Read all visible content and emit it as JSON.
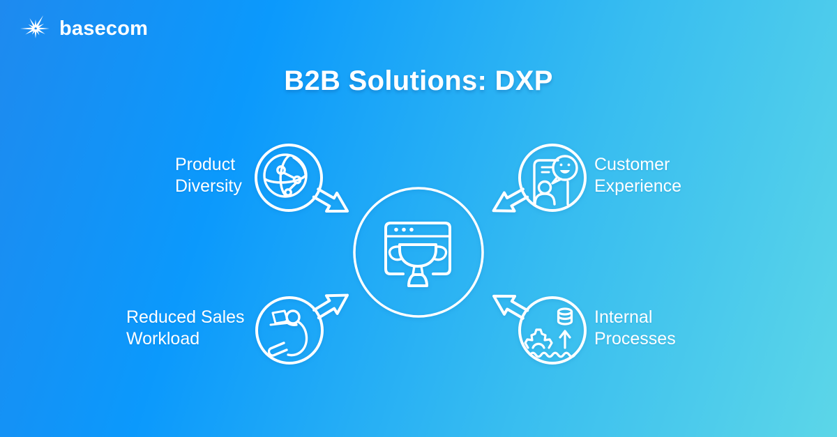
{
  "brand": {
    "name": "basecom",
    "icon": "starburst-icon"
  },
  "title": "B2B Solutions: DXP",
  "center": {
    "icon": "browser-trophy-icon",
    "meaning": "DXP platform"
  },
  "satellites": [
    {
      "id": "product-diversity",
      "label_line1": "Product",
      "label_line2": "Diversity",
      "icon": "globe-network-icon",
      "position": "top-left"
    },
    {
      "id": "customer-experience",
      "label_line1": "Customer",
      "label_line2": "Experience",
      "icon": "customer-chat-smiley-icon",
      "position": "top-right"
    },
    {
      "id": "reduced-sales-workload",
      "label_line1": "Reduced Sales",
      "label_line2": "Workload",
      "icon": "relaxed-person-laptop-icon",
      "position": "bottom-left"
    },
    {
      "id": "internal-processes",
      "label_line1": "Internal",
      "label_line2": "Processes",
      "icon": "gear-database-arrow-icon",
      "position": "bottom-right"
    }
  ],
  "colors": {
    "gradient_start": "#1e8aef",
    "gradient_mid": "#0b99fc",
    "gradient_end": "#5cd6e8",
    "foreground": "#ffffff"
  }
}
